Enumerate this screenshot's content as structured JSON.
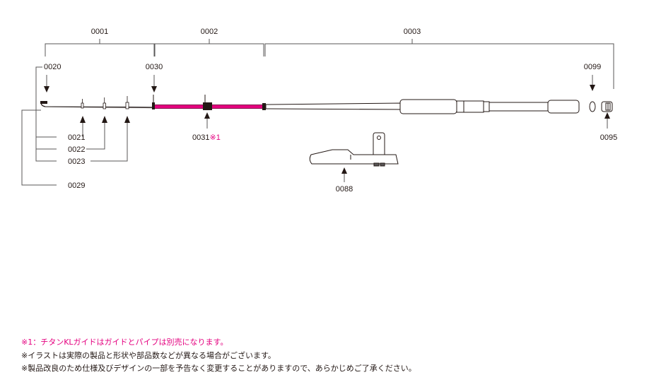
{
  "colors": {
    "ink": "#231815",
    "accent": "#e4007f",
    "line": "#595757"
  },
  "sections": [
    {
      "id": "0001"
    },
    {
      "id": "0002"
    },
    {
      "id": "0003"
    }
  ],
  "parts": {
    "p0020": "0020",
    "p0030": "0030",
    "p0099": "0099",
    "p0021": "0021",
    "p0022": "0022",
    "p0023": "0023",
    "p0029": "0029",
    "p0031": "0031",
    "p0031_mark": "※1",
    "p0095": "0095",
    "p0088": "0088"
  },
  "notes": [
    "※1：チタンKLガイドはガイドとパイプは別売になります。",
    "※イラストは実際の製品と形状や部品数などが異なる場合がございます。",
    "※製品改良のため仕様及びデザインの一部を予告なく変更することがありますので、あらかじめご了承ください。"
  ]
}
